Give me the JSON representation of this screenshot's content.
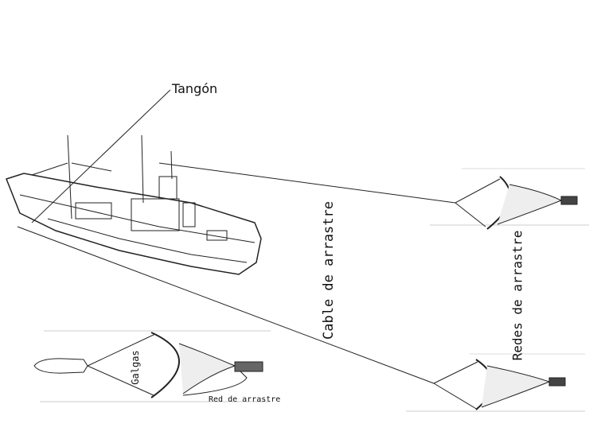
{
  "labels": {
    "tangon": "Tangón",
    "cable": "Cable de arrastre",
    "redes": "Redes de arrastre",
    "galgas": "Galgas",
    "red": "Red de arrastre"
  }
}
